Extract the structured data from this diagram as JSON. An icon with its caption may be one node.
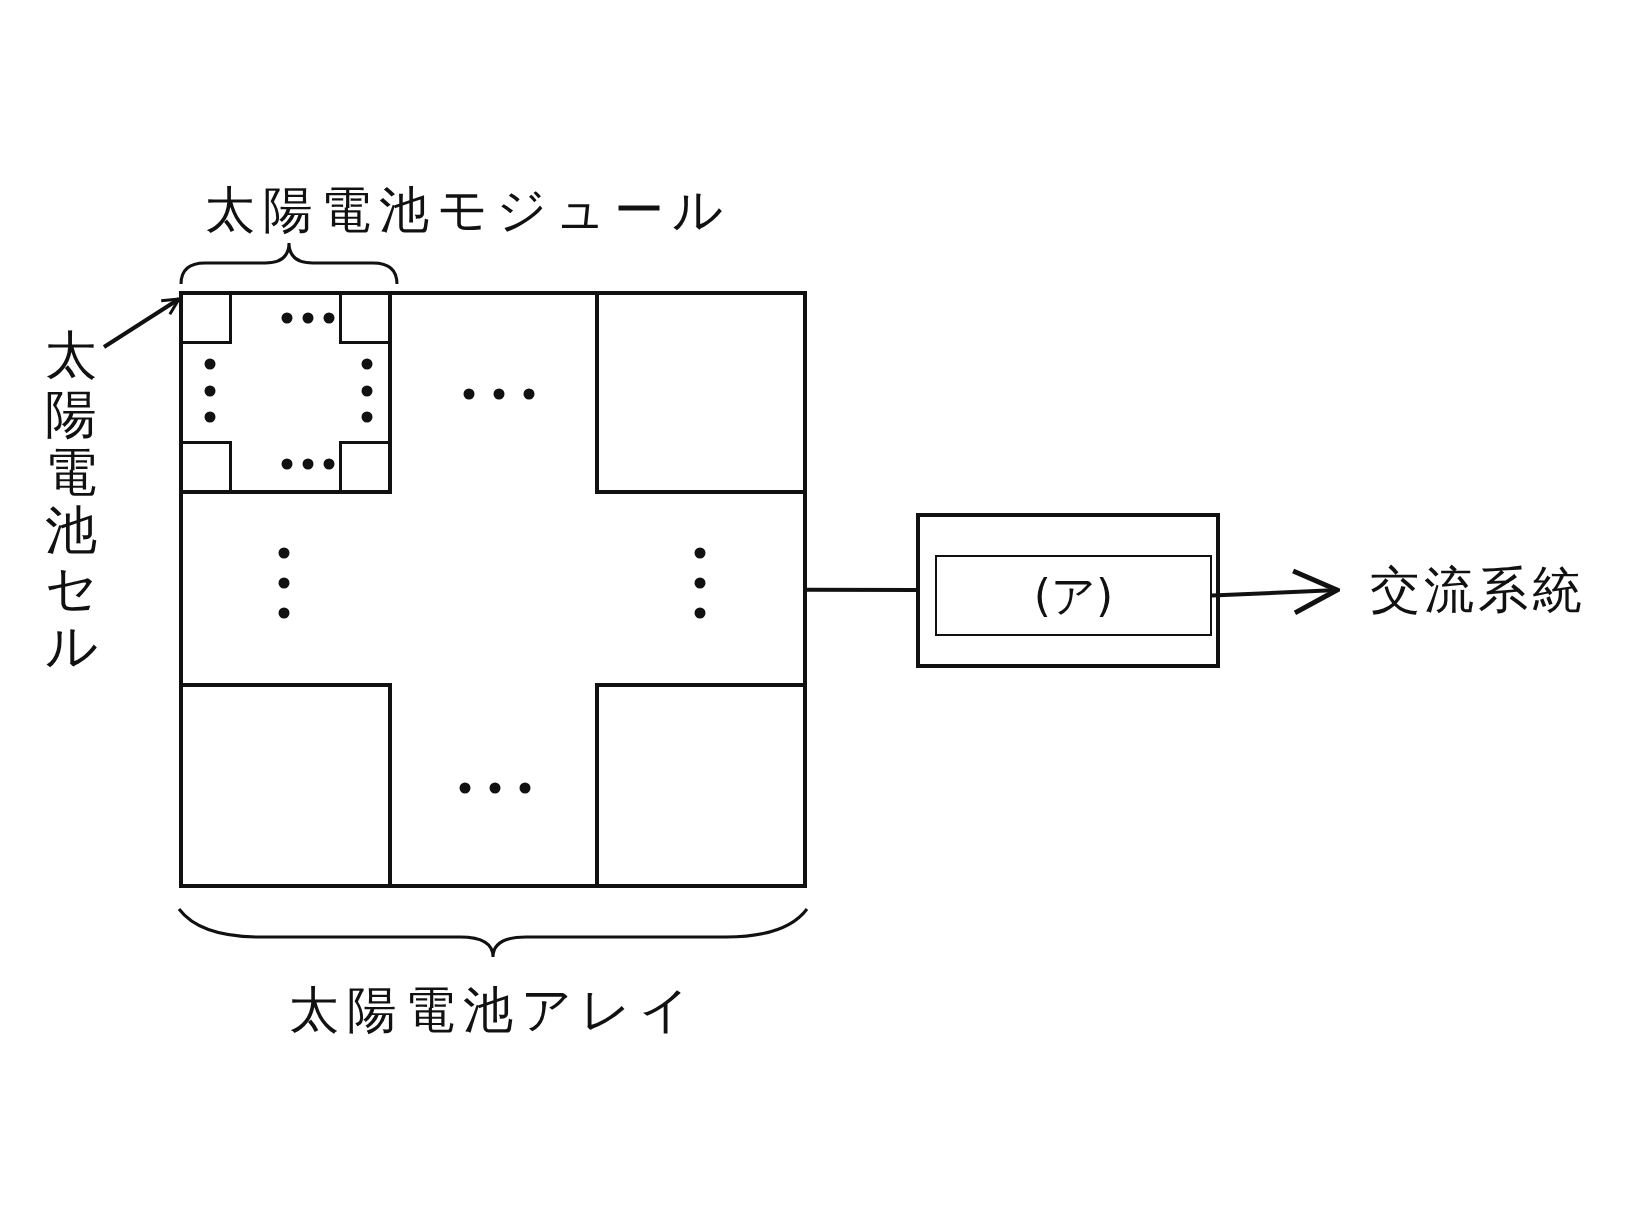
{
  "diagram": {
    "nodes": [
      {
        "text": [
          "太陽電池アレイ"
        ]
      },
      {
        "text": [
          "太陽電池モジュール"
        ],
        "in": 0
      },
      {
        "text": [],
        "shape": "box",
        "in": 1
      },
      {
        "text": [],
        "shape": "box",
        "in": 1
      },
      {
        "text": [],
        "shape": "box",
        "in": 1
      },
      {
        "text": [],
        "shape": "box",
        "in": 1
      },
      {
        "text": [],
        "shape": "box",
        "in": 0
      },
      {
        "text": [],
        "shape": "box",
        "in": 0
      },
      {
        "text": [],
        "shape": "box",
        "in": 0
      },
      {
        "text": [
          "太陽電池セル"
        ]
      },
      {
        "text": [],
        "shape": "box"
      },
      {
        "text": [
          "(ア)"
        ],
        "in": 10
      },
      {
        "text": [
          "交流系統"
        ]
      }
    ],
    "edges": [
      {
        "from": 9,
        "to": 2,
        "arrow": "to"
      },
      {
        "from": 0,
        "to": 10,
        "arrow": "none"
      },
      {
        "from": 11,
        "to": 12,
        "arrow": "to"
      }
    ]
  }
}
